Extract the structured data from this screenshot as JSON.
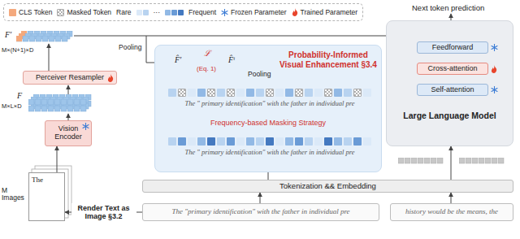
{
  "diagram": {
    "nodes": [
      {
        "text": [
          "Vision Encoder"
        ]
      },
      {
        "text": [
          "Perceiver Resampler"
        ]
      },
      {
        "text": [
          "Probability-Informed Visual Enhancement §3.4"
        ]
      },
      {
        "text": [
          "The \" primary identification\" with the father in individual pre"
        ],
        "in": 2
      },
      {
        "text": [
          "The \" primary identification\" with the father in individual pre"
        ],
        "in": 2
      },
      {
        "text": [
          "Tokenization && Embedding"
        ]
      },
      {
        "text": [
          "The \"primary identification\" with the father in individual pre"
        ]
      },
      {
        "text": [
          "history would be the means, the"
        ]
      },
      {
        "text": [
          "Large Language Model"
        ]
      },
      {
        "text": [
          "Feedforward"
        ],
        "in": 8
      },
      {
        "text": [
          "Cross-attention"
        ],
        "in": 8
      },
      {
        "text": [
          "Self-attention"
        ],
        "in": 8
      },
      {
        "text": [
          "The"
        ]
      }
    ],
    "edges": [
      {
        "from": 6,
        "to": 12,
        "label": "Render Text as Image §3.2",
        "arrow": "to"
      },
      {
        "from": 12,
        "to": 0,
        "arrow": "to"
      },
      {
        "from": 6,
        "to": 5,
        "arrow": "to"
      },
      {
        "from": 7,
        "to": 5,
        "arrow": "to"
      },
      {
        "from": 5,
        "to": 4,
        "arrow": "to"
      },
      {
        "from": 4,
        "to": 3,
        "label": "Frequency-based Masking Strategy",
        "arrow": "to"
      },
      {
        "from": 5,
        "to": 8,
        "arrow": "to"
      }
    ],
    "labels": [
      "Rare",
      "···",
      "Frequent",
      "F′",
      "M×(N+1)×D",
      "F",
      "M×L×D",
      "M Images",
      "Pooling",
      "F̂′",
      "ℒ",
      "(Eq. 1)",
      "F̂ᵗ",
      "Pooling",
      "Next token prediction"
    ],
    "legend": [
      {
        "text": "CLS Token",
        "color": "#f4a97d"
      },
      {
        "text": "Masked Token"
      },
      {
        "text": "Frozen Parameter"
      },
      {
        "text": "Trained Parameter"
      }
    ]
  }
}
